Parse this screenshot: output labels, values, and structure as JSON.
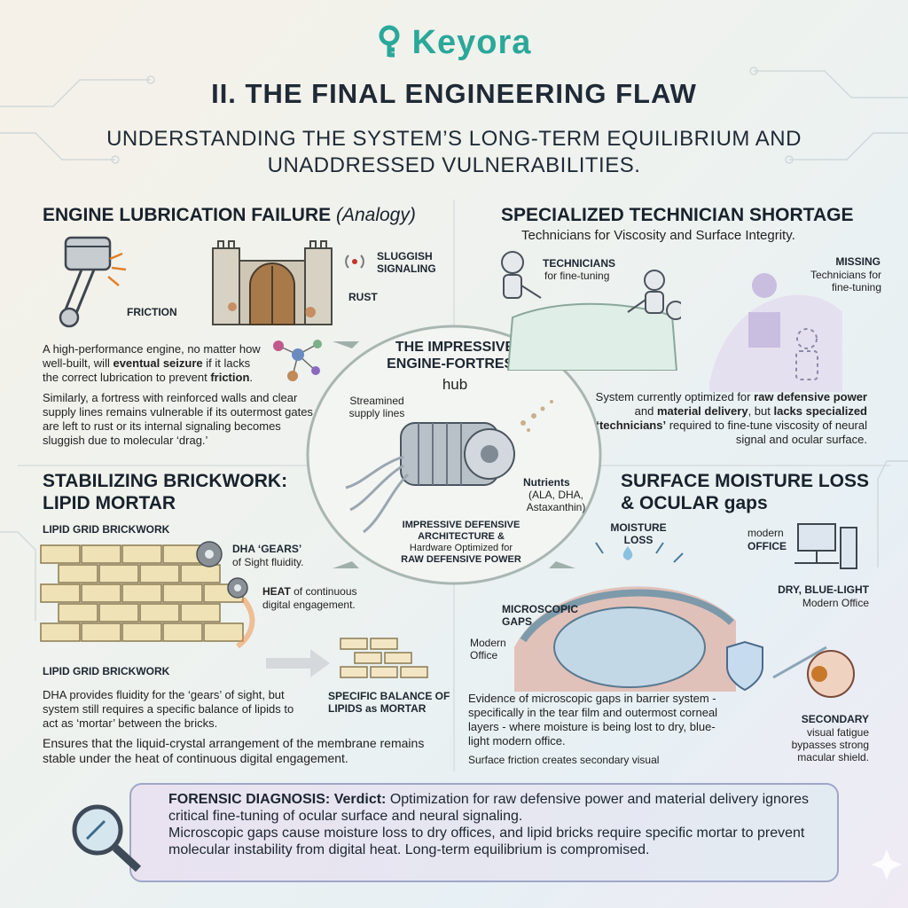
{
  "brand": {
    "logo": "Keyora",
    "accent": "#2aa89a"
  },
  "header": {
    "title": "II. THE FINAL ENGINEERING FLAW",
    "subtitle": "UNDERSTANDING THE SYSTEM’S LONG-TERM EQUILIBRIUM AND UNADDRESSED VULNERABILITIES."
  },
  "engine": {
    "heading": "ENGINE LUBRICATION FAILURE",
    "heading_note": "(Analogy)",
    "labels": {
      "friction": "FRICTION",
      "sluggish": "SLUGGISH SIGNALING",
      "rust": "RUST"
    },
    "p1_a": "A high-performance engine, no matter how well-built, will ",
    "p1_b": "eventual seizure",
    "p1_c": " if it lacks the correct lubrication to prevent ",
    "p1_d": "friction",
    "p1_e": ".",
    "p2": "Similarly, a fortress with reinforced walls and clear supply lines remains vulnerable if its outermost gates are left to rust or its internal signaling becomes sluggish due to molecular ‘drag.’"
  },
  "technician": {
    "heading": "SPECIALIZED TECHNICIAN SHORTAGE",
    "sub": "Technicians for Viscosity and Surface Integrity.",
    "tech_label": "TECHNICIANS",
    "tech_sub": "for fine-tuning",
    "missing_label": "MISSING",
    "missing_sub": "Technicians for fine-tuning",
    "body_a": "System currently optimized for ",
    "body_b": "raw defensive power",
    "body_c": " and ",
    "body_d": "material delivery",
    "body_e": ", but ",
    "body_f": "lacks specialized ‘technicians’",
    "body_g": " required to fine-tune viscosity of neural signal and ocular surface."
  },
  "hub": {
    "title": "THE IMPRESSIVE ENGINE-FORTRESS",
    "sub": "hub",
    "supply": "Streamined supply lines",
    "nutrients": "Nutrients",
    "nutrients_list": "(ALA, DHA, Astaxanthin)",
    "arch": "IMPRESSIVE DEFENSIVE ARCHITECTURE &",
    "hardware": "Hardware Optimized for",
    "power": "RAW DEFENSIVE POWER"
  },
  "lipid": {
    "heading": "STABILIZING BRICKWORK: LIPID MORTAR",
    "grid_top": "LIPID GRID BRICKWORK",
    "grid_bottom": "LIPID GRID BRICKWORK",
    "dha_a": "DHA ‘GEARS’",
    "dha_b": "of Sight fluidity.",
    "heat_a": "HEAT",
    "heat_b": " of continuous digital engagement.",
    "balance": "SPECIFIC BALANCE OF LIPIDS as MORTAR",
    "p1": "DHA provides fluidity for the ‘gears’ of sight, but system still requires a specific balance of lipids to act as ‘mortar’ between the bricks.",
    "p2": "Ensures that the liquid-crystal arrangement of the membrane remains stable under the heat of continuous digital engagement."
  },
  "surface": {
    "heading_a": "SURFACE MOISTURE LOSS",
    "heading_b": "& OCULAR gaps",
    "moisture": "MOISTURE LOSS",
    "modern_a": "modern",
    "office": "OFFICE",
    "dry": "DRY, BLUE-LIGHT",
    "dry_sub": "Modern Office",
    "gaps": "MICROSCOPIC GAPS",
    "modern_office": "Modern Office",
    "secondary": "SECONDARY",
    "secondary_sub": "visual fatigue bypasses strong macular shield.",
    "evidence": "Evidence of microscopic gaps in barrier system - specifically in the tear film and outermost corneal layers - where moisture is being lost to dry, blue-light modern office.",
    "friction": "Surface friction creates secondary visual"
  },
  "verdict": {
    "label": "FORENSIC DIAGNOSIS:",
    "label2": "Verdict:",
    "line1": " Optimization for raw defensive power and material delivery ignores critical fine-tuning of ocular surface and neural signaling.",
    "line2": "Microscopic gaps cause moisture loss to dry offices, and lipid bricks require specific mortar to prevent molecular instability from digital heat. Long-term equilibrium is compromised."
  }
}
